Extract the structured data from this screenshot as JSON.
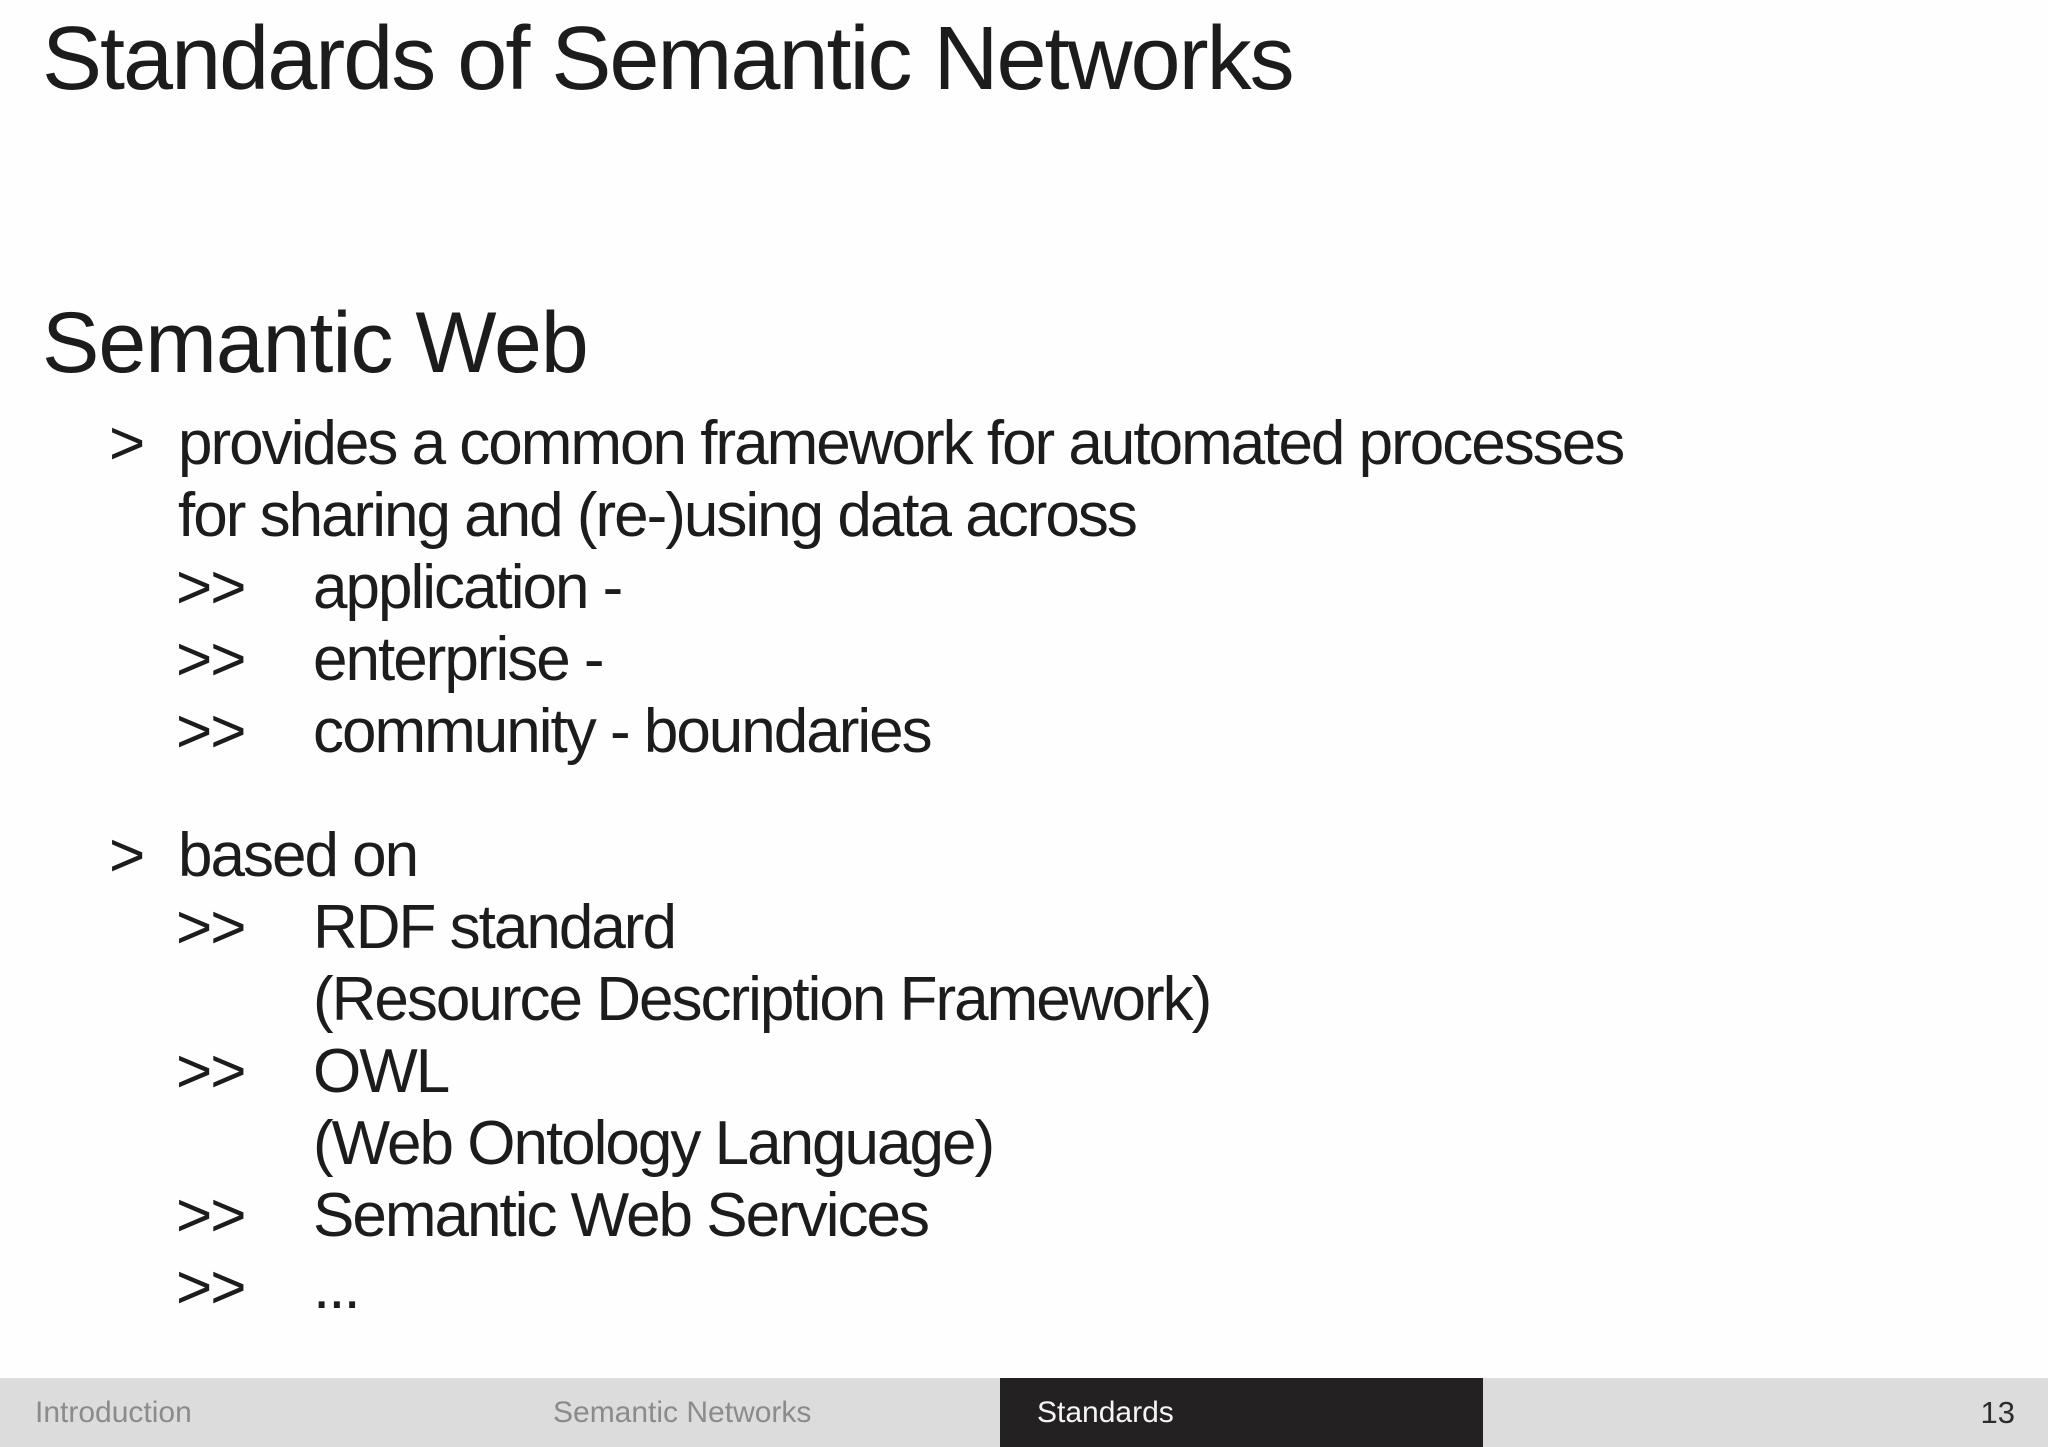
{
  "slide": {
    "title": "Standards of Semantic Networks",
    "heading": "Semantic Web",
    "bullets": [
      {
        "level": 1,
        "marker": ">",
        "lines": [
          "provides a common framework for automated processes",
          "for sharing and (re-)using data across"
        ]
      },
      {
        "level": 2,
        "marker": ">>",
        "lines": [
          "application -",
          ""
        ]
      },
      {
        "level": 2,
        "marker": ">>",
        "lines": [
          "enterprise -",
          ""
        ]
      },
      {
        "level": 2,
        "marker": ">>",
        "lines": [
          "community - boundaries",
          ""
        ]
      },
      {
        "level": 1,
        "marker": ">",
        "lines": [
          "based on",
          ""
        ]
      },
      {
        "level": 2,
        "marker": ">>",
        "lines": [
          "RDF standard",
          "(Resource Description Framework)"
        ]
      },
      {
        "level": 2,
        "marker": ">>",
        "lines": [
          "OWL",
          "(Web Ontology Language)"
        ]
      },
      {
        "level": 2,
        "marker": ">>",
        "lines": [
          "Semantic Web Services",
          ""
        ]
      },
      {
        "level": 2,
        "marker": ">>",
        "lines": [
          "...",
          ""
        ]
      }
    ]
  },
  "footer": {
    "sections": [
      {
        "label": "Introduction",
        "active": false
      },
      {
        "label": "Semantic Networks",
        "active": false
      },
      {
        "label": "Standards",
        "active": true
      }
    ],
    "page_number": "13"
  },
  "colors": {
    "background": "#fefefe",
    "body_text": "#1c1c1c",
    "footer_bar": "#dcdcdc",
    "footer_inactive_text": "#8b8b8b",
    "active_section_bg": "#242122",
    "active_section_text": "#f5f5f5",
    "page_number_text": "#2c2c2c"
  }
}
